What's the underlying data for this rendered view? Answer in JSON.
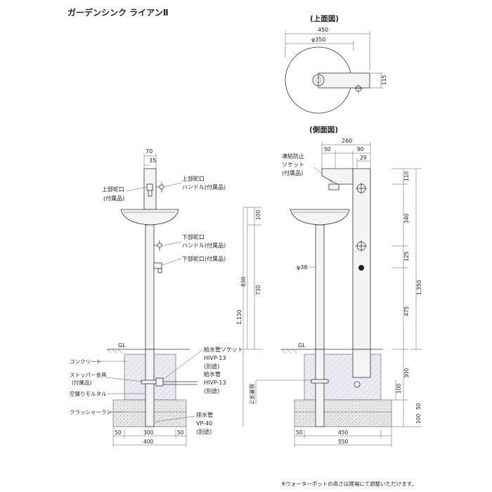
{
  "title": "ガーデンシンク ライアンⅡ",
  "top_view": {
    "title": "(上面図)",
    "dim_overall": "450",
    "dim_bowl": "φ350",
    "dim_depth": "115"
  },
  "side_view": {
    "title": "(側面図)",
    "dims_top": [
      "260",
      "50",
      "90",
      "29"
    ],
    "dim_pipe": "φ38",
    "dims_right": [
      "110",
      "340",
      "125",
      "1,350",
      "475",
      "300",
      "100",
      "50"
    ],
    "dims_base": [
      "450",
      "50",
      "550"
    ],
    "labels": {
      "antifreeze": [
        "凍結防止",
        "ソケット",
        "(付属品)"
      ],
      "gl": "GL"
    },
    "vertical_note": "設置深さ"
  },
  "front_view": {
    "dims_top": [
      "70",
      "35"
    ],
    "dims_left": [
      "100",
      "830",
      "730",
      "1,130"
    ],
    "dims_base": [
      "50",
      "300",
      "50",
      "400"
    ],
    "labels": {
      "upper_faucet": [
        "上部蛇口",
        "(付属品)"
      ],
      "upper_handle": [
        "上部蛇口",
        "ハンドル(付属品)"
      ],
      "lower_handle": [
        "下部蛇口",
        "ハンドル(付属品)"
      ],
      "lower_faucet": "下部蛇口(付属品)",
      "concrete": "コンクリート",
      "stopper": [
        "ストッパー金具",
        "(付属品)"
      ],
      "mortar": "空錬りモルタル",
      "crusher": "クラッシャーラン",
      "supply_socket": [
        "給水管ソケット",
        "HIVP-13",
        "(別途)"
      ],
      "supply_pipe": [
        "給水管",
        "HIVP-13",
        "(別途)"
      ],
      "drain_pipe": [
        "排水管",
        "VP-40",
        "(別途)"
      ],
      "gl": "GL"
    }
  },
  "footnote": "※ウォーターポットの高さは現場にて調整いただけます。"
}
